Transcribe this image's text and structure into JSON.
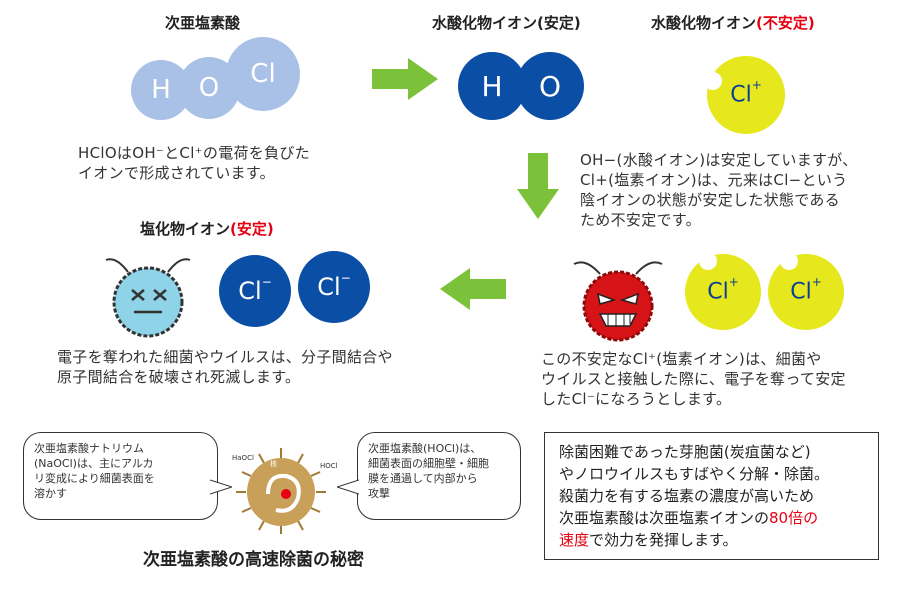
{
  "hclo": {
    "title": "次亜塩素酸",
    "h": "H",
    "o": "O",
    "cl": "Cl",
    "desc1": "HClOはOH⁻とCl⁺の電荷を負びた",
    "desc2": "イオンで形成されています。"
  },
  "hydroxide": {
    "title": "水酸化物イオン(安定)",
    "h": "H",
    "o": "O"
  },
  "unstable": {
    "title_main": "水酸化物イオン",
    "title_red": "(不安定)",
    "cl": "Cl",
    "sup": "+"
  },
  "explain": {
    "line1": "OH−(水酸イオン)は安定していますが、",
    "line2": "Cl+(塩素イオン)は、元来はCl−という",
    "line3": "陰イオンの状態が安定した状態である",
    "line4": "ため不安定です。"
  },
  "chloride": {
    "title_main": "塩化物イオン",
    "title_red": "(安定)",
    "cl": "Cl",
    "sup": "−"
  },
  "dead": {
    "line1": "電子を奪われた細菌やウイルスは、分子間結合や",
    "line2": "原子間結合を破壊され死滅します。"
  },
  "attack": {
    "line1": "この不安定なCl⁺(塩素イオン)は、細菌や",
    "line2": "ウイルスと接触した際に、電子を奪って安定",
    "line3": "したCl⁻になろうとします。"
  },
  "bubble_left": {
    "line1": "次亜塩素酸ナトリウム",
    "line2": "(NaOCl)は、主にアルカ",
    "line3": "リ変成により細菌表面を",
    "line4": "溶かす"
  },
  "bubble_right": {
    "line1": "次亜塩素酸(HOCl)は、",
    "line2": "細菌表面の細胞壁・細胞",
    "line3": "膜を通過して内部から",
    "line4": "攻撃"
  },
  "center_labels": {
    "naocl": "HaOCl",
    "hocl": "HOCl",
    "nucleus": "核"
  },
  "caption": "次亜塩素酸の高速除菌の秘密",
  "info": {
    "line1": "除菌困難であった芽胞菌(炭疽菌など)",
    "line2": "やノロウイルスもすばやく分解・除菌。",
    "line3": "殺菌力を有する塩素の濃度が高いため",
    "line4_a": "次亜塩素酸は次亜塩素イオンの",
    "line4_red": "80倍の",
    "line5_red": "速度",
    "line5_b": "で効力を発揮します。"
  },
  "colors": {
    "light_blue": "#a9c1e6",
    "dark_blue": "#0a4ea5",
    "yellow": "#e6e71c",
    "arrow_green": "#7cc13a",
    "red": "#e60012"
  }
}
